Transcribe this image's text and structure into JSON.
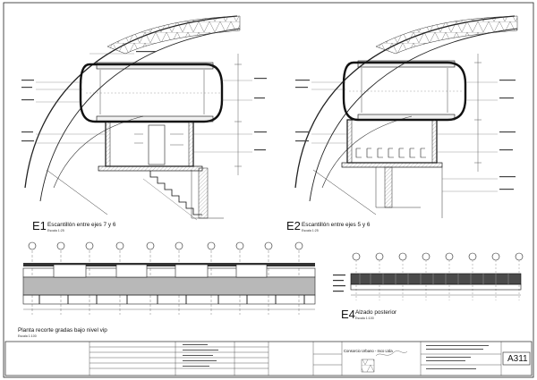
{
  "drawings": [
    {
      "id": "E1",
      "code": "E1",
      "title": "Escantillón entre ejes 7 y 6",
      "scale": "Escala 1:25"
    },
    {
      "id": "E2",
      "code": "E2",
      "title": "Escantillón entre ejes 5 y 6",
      "scale": "Escala 1:25"
    },
    {
      "id": "plan",
      "code": "",
      "title": "Planta recorte gradas bajo nivel vip",
      "scale": "Escala 1:100"
    },
    {
      "id": "E4",
      "code": "E4",
      "title": "Alzado posterior",
      "scale": "Escala 1:100"
    }
  ],
  "title_block": {
    "company": "Consorcio Urbano - Inco Ltda",
    "sheet_number": "A311"
  },
  "colors": {
    "line": "#1a1a1a",
    "hatch": "#9a9a9a",
    "paper": "#ffffff"
  }
}
